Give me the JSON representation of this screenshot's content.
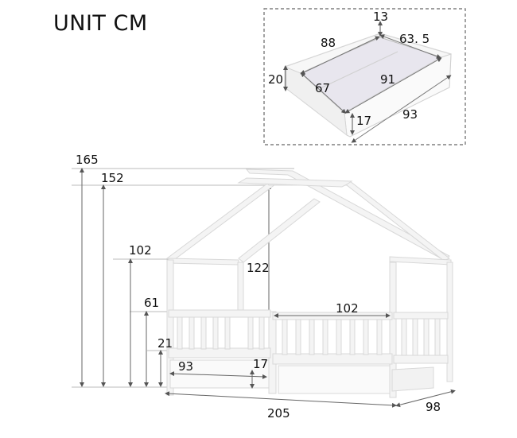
{
  "title": "UNIT CM",
  "drawer_inset": {
    "labels": {
      "rim_height": "13",
      "inner_length": "88",
      "inner_width": "63. 5",
      "height": "20",
      "inner_width_front": "67",
      "inner_length_front": "91",
      "front_height": "17",
      "outer_length": "93"
    }
  },
  "bed": {
    "heights": {
      "total": "165",
      "roof_peak": "152",
      "wall": "102",
      "interior": "122",
      "rail_top": "61",
      "slat_base": "21"
    },
    "widths": {
      "rail_length": "102",
      "drawer_length": "93",
      "drawer_height": "17",
      "overall_length": "205",
      "overall_depth": "98"
    }
  },
  "colors": {
    "frame": "#f2f2f2",
    "frame_edge": "#d9d9d9",
    "dim_line": "#555555",
    "dash_border": "#666666",
    "drawer_inner": "#e8e6ee"
  }
}
